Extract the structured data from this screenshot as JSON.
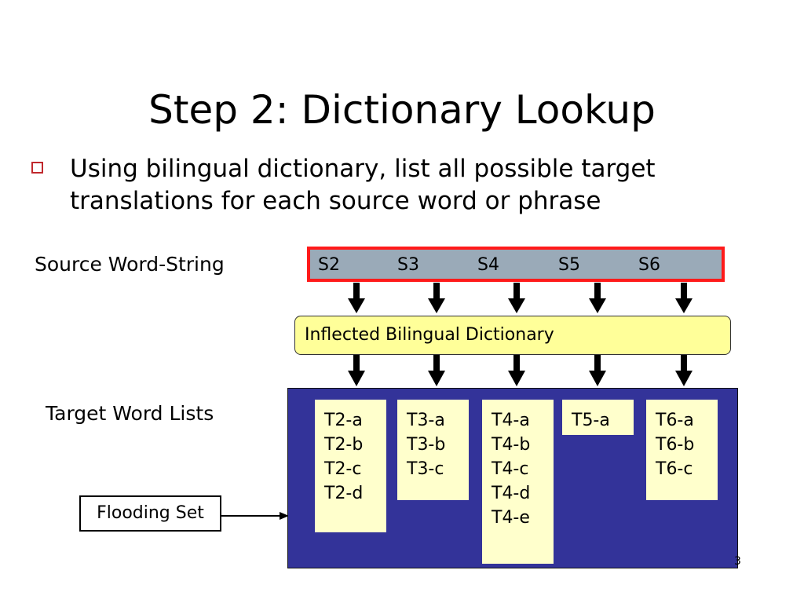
{
  "slide": {
    "title": "Step 2: Dictionary Lookup",
    "bullet": "Using bilingual dictionary, list all possible target translations for each source word or phrase",
    "page_number": "3"
  },
  "diagram": {
    "source_label": "Source Word-String",
    "source_words": [
      "S2",
      "S3",
      "S4",
      "S5",
      "S6"
    ],
    "dictionary_label": "Inflected Bilingual Dictionary",
    "target_label": "Target Word Lists",
    "target_lists": [
      [
        "T2-a",
        "T2-b",
        "T2-c",
        "T2-d"
      ],
      [
        "T3-a",
        "T3-b",
        "T3-c"
      ],
      [
        "T4-a",
        "T4-b",
        "T4-c",
        "T4-d",
        "T4-e"
      ],
      [
        "T5-a"
      ],
      [
        "T6-a",
        "T6-b",
        "T6-c"
      ]
    ],
    "flooding_label": "Flooding Set",
    "colors": {
      "bullet_marker": "#c0282d",
      "source_bar_fill": "#9aaab8",
      "source_bar_border": "#ff1a1a",
      "dictionary_fill": "#ffff99",
      "target_panel_fill": "#333399",
      "target_list_fill": "#ffffcc"
    }
  }
}
